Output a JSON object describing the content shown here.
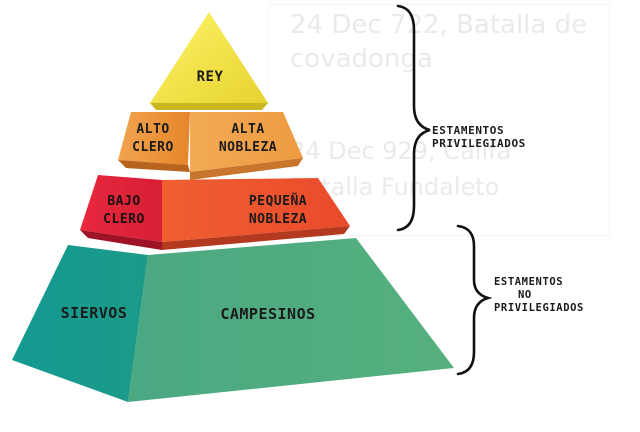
{
  "background": {
    "line1": "24 Dec 722, Batalla de",
    "line2": "covadonga",
    "line3": "24 Dec 929, Califa",
    "line4": "Batalla Fundaleto"
  },
  "pyramid": {
    "rey": "REY",
    "alto_clero_1": "ALTO",
    "alto_clero_2": "CLERO",
    "alta_nobleza_1": "ALTA",
    "alta_nobleza_2": "NOBLEZA",
    "bajo_clero_1": "BAJO",
    "bajo_clero_2": "CLERO",
    "pequena_nobleza_1": "PEQUEÑA",
    "pequena_nobleza_2": "NOBLEZA",
    "siervos": "SIERVOS",
    "campesinos": "CAMPESINOS"
  },
  "groups": {
    "privilegiados_1": "ESTAMENTOS",
    "privilegiados_2": "PRIVILEGIADOS",
    "no_privilegiados_1": "ESTAMENTOS",
    "no_privilegiados_2": "NO",
    "no_privilegiados_3": "PRIVILEGIADOS"
  },
  "colors": {
    "rey": "#f3e646",
    "alto_clero": "#e98a2c",
    "alta_nobleza": "#f0a149",
    "bajo_clero": "#e1243a",
    "pequena_nobleza": "#f0562f",
    "siervos": "#1a9a8e",
    "campesinos": "#4dab7f"
  }
}
